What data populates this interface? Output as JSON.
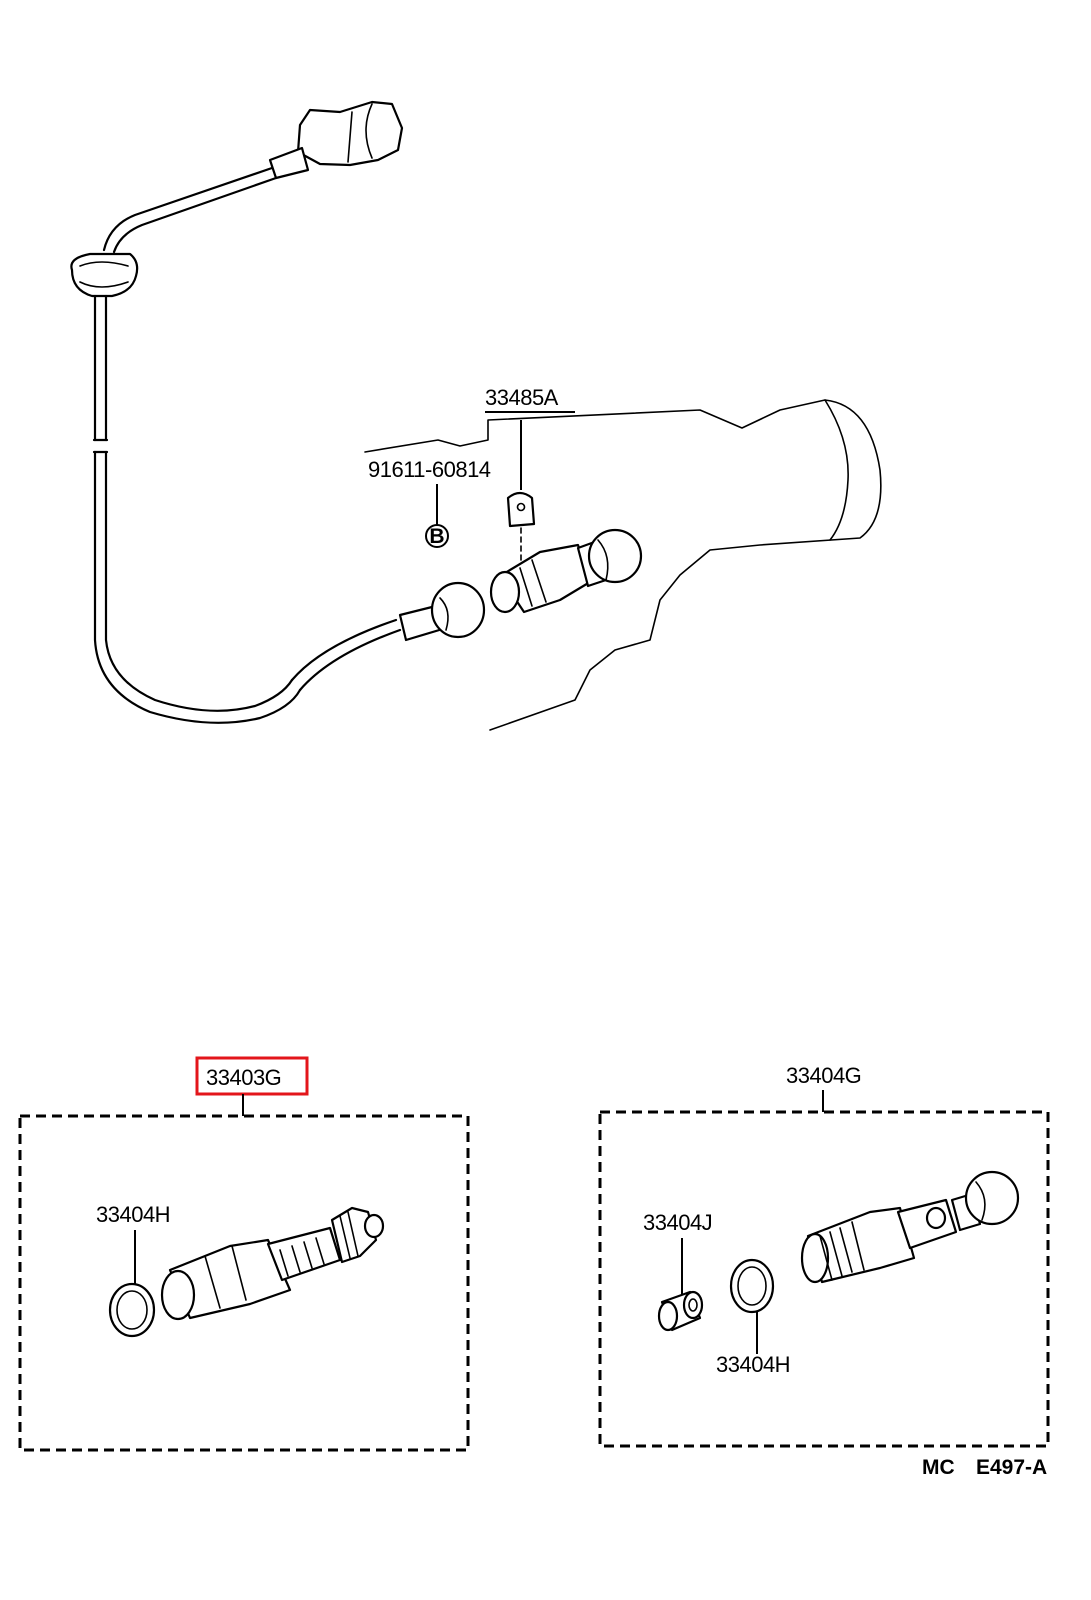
{
  "diagram": {
    "labels": {
      "p33485a": "33485A",
      "p91611": "91611-60814",
      "bolt_marker": "B",
      "p33403g": "33403G",
      "p33404g": "33404G",
      "p33404h_left": "33404H",
      "p33404j": "33404J",
      "p33404h_right": "33404H",
      "code_mc": "MC",
      "code_ref": "E497-A"
    },
    "colors": {
      "highlight": "#e3161b",
      "line": "#000000",
      "background": "#ffffff"
    }
  }
}
